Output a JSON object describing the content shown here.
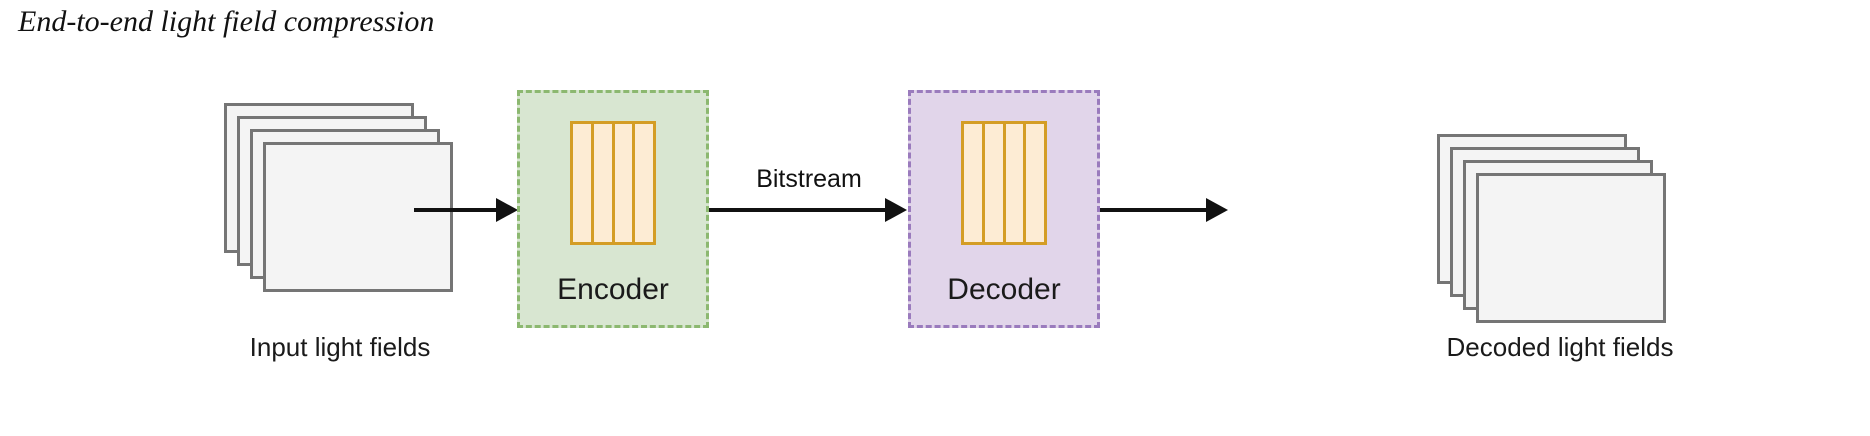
{
  "figure": {
    "title": "End-to-end light field compression",
    "background_color": "#ffffff"
  },
  "pipeline": {
    "input": {
      "caption": "Input light fields",
      "sheet_count": 4,
      "sheet_fill": "#f4f4f4",
      "sheet_border": "#757575"
    },
    "encoder": {
      "label": "Encoder",
      "fill_color": "#d8e6d1",
      "border_color": "#8cb870",
      "border_style": "dashed",
      "network": {
        "layer_count": 4,
        "fill_color": "#fde7c7",
        "border_color": "#d49d25"
      }
    },
    "bitstream": {
      "label": "Bitstream"
    },
    "decoder": {
      "label": "Decoder",
      "fill_color": "#e1d5ea",
      "border_color": "#9a7bbd",
      "border_style": "dashed",
      "network": {
        "layer_count": 4,
        "fill_color": "#fde7c7",
        "border_color": "#d49d25"
      }
    },
    "output": {
      "caption": "Decoded light fields",
      "sheet_count": 4,
      "sheet_fill": "#f4f4f4",
      "sheet_border": "#757575"
    },
    "arrows": [
      {
        "name": "input-to-encoder",
        "color": "#111111"
      },
      {
        "name": "encoder-to-decoder",
        "color": "#111111"
      },
      {
        "name": "decoder-to-output",
        "color": "#111111"
      }
    ]
  }
}
